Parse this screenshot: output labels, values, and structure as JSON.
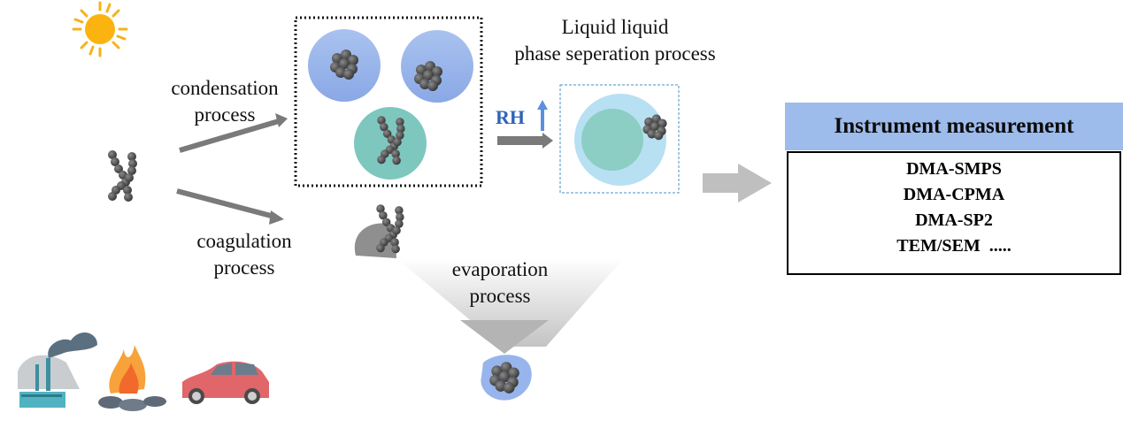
{
  "labels": {
    "condensation": [
      "condensation",
      "process"
    ],
    "coagulation": [
      "coagulation",
      "process"
    ],
    "llps": [
      "Liquid liquid",
      "phase seperation process"
    ],
    "evaporation": [
      "evaporation",
      "process"
    ],
    "rh": "RH"
  },
  "instrument": {
    "title": "Instrument measurement",
    "items": [
      "DMA-SMPS",
      "DMA-CPMA",
      "DMA-SP2",
      "TEM/SEM  ....."
    ]
  },
  "sources": [
    "sun-icon",
    "factory-icon",
    "fire-icon",
    "car-icon"
  ],
  "colors": {
    "coating_blue": "#9bb6ec",
    "coating_teal": "#7ec7bf",
    "llps_outer": "#b7e0f2",
    "llps_inner": "#8ccdc4",
    "soot": "#4a4a4a",
    "arrow_gray": "#7a7a7a",
    "header_blue": "#9dbbeb",
    "rh_blue": "#2f64b8"
  }
}
